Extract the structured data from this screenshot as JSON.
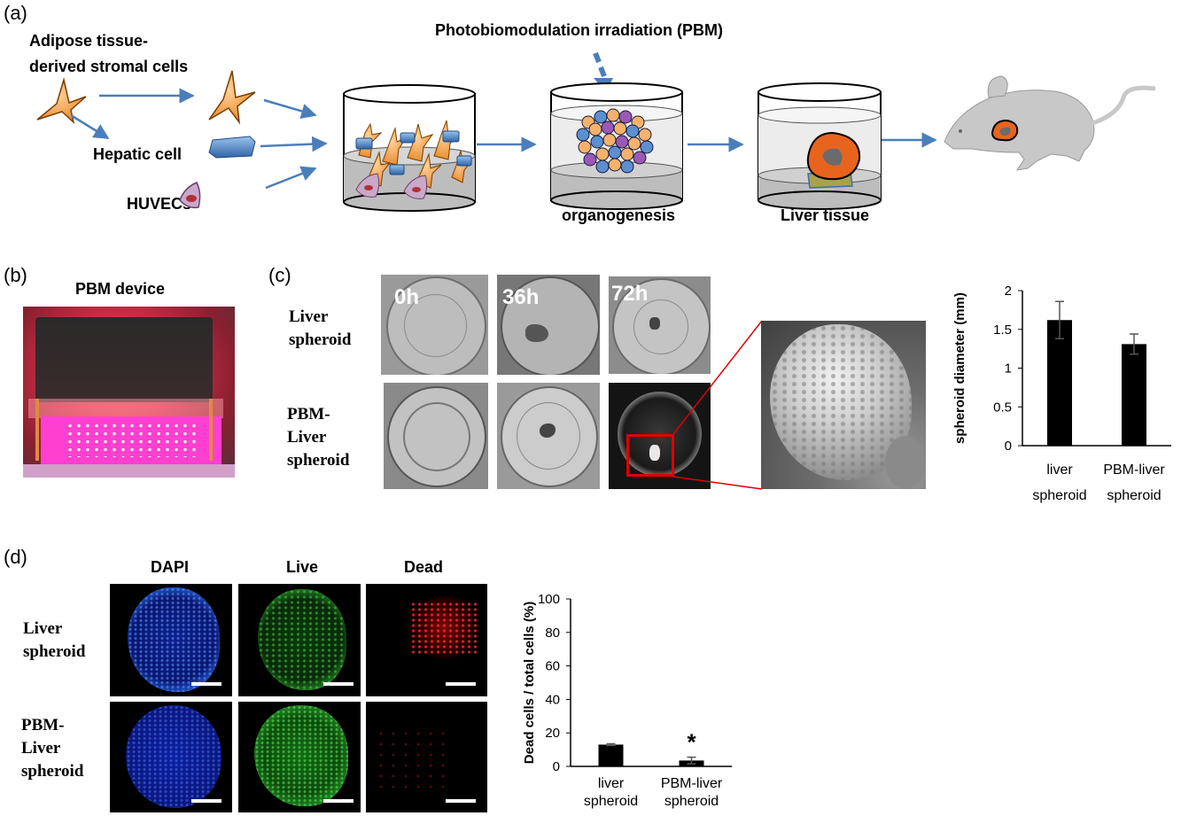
{
  "panels": {
    "a": {
      "letter": "(a)",
      "adipose_label": "Adipose tissue-\nderived stromal cells",
      "adipose_line1": "Adipose tissue-",
      "adipose_line2": "derived stromal cells",
      "hepatic_label": "Hepatic  cell",
      "huvec_label": "HUVECs",
      "pbm_title": "Photobiomodulation irradiation (PBM)",
      "organogenesis_label": "organogenesis",
      "liver_tissue_label": "Liver tissue"
    },
    "b": {
      "letter": "(b)",
      "title": "PBM device"
    },
    "c": {
      "letter": "(c)",
      "row_labels": [
        {
          "line1": "Liver",
          "line2": "spheroid",
          "line3": ""
        },
        {
          "line1": "PBM-",
          "line2": "Liver",
          "line3": "spheroid"
        }
      ],
      "time_labels": [
        "0h",
        "36h",
        "72h"
      ]
    },
    "d": {
      "letter": "(d)",
      "column_labels": [
        "DAPI",
        "Live",
        "Dead"
      ],
      "row_labels": [
        {
          "line1": "Liver",
          "line2": "spheroid",
          "line3": ""
        },
        {
          "line1": "PBM-",
          "line2": "Liver",
          "line3": "spheroid"
        }
      ]
    }
  },
  "chart_data": [
    {
      "type": "bar",
      "categories": [
        [
          "liver",
          "spheroid"
        ],
        [
          "PBM-liver",
          "spheroid"
        ]
      ],
      "values": [
        1.62,
        1.31
      ],
      "errors": [
        0.24,
        0.13
      ],
      "ylabel": "spheroid diameter (mm)",
      "ylim": [
        0,
        2
      ],
      "yticks": [
        "0",
        "0.5",
        "1",
        "1.5",
        "2"
      ],
      "ytick_values": [
        0,
        0.5,
        1,
        1.5,
        2
      ],
      "annotations": [],
      "bar_color": "#000000"
    },
    {
      "type": "bar",
      "categories": [
        [
          "liver",
          "spheroid"
        ],
        [
          "PBM-liver",
          "spheroid"
        ]
      ],
      "values": [
        13,
        3.5
      ],
      "errors": [
        0.5,
        2.0
      ],
      "ylabel": "Dead cells / total cells (%)",
      "ylim": [
        0,
        100
      ],
      "yticks": [
        "0",
        "20",
        "40",
        "60",
        "80",
        "100"
      ],
      "ytick_values": [
        0,
        20,
        40,
        60,
        80,
        100
      ],
      "annotations": [
        {
          "category": 1,
          "text": "*"
        }
      ],
      "bar_color": "#000000"
    }
  ],
  "colors": {
    "arrow": "#4a7ebb",
    "stromal_cell": "#f4a460",
    "hepatic_cell": "#5b8fd0",
    "huvec": "#c9a8c8",
    "tissue": "#e8641e",
    "mouse": "#c8c8c8",
    "zoom_box": "#e00000"
  }
}
